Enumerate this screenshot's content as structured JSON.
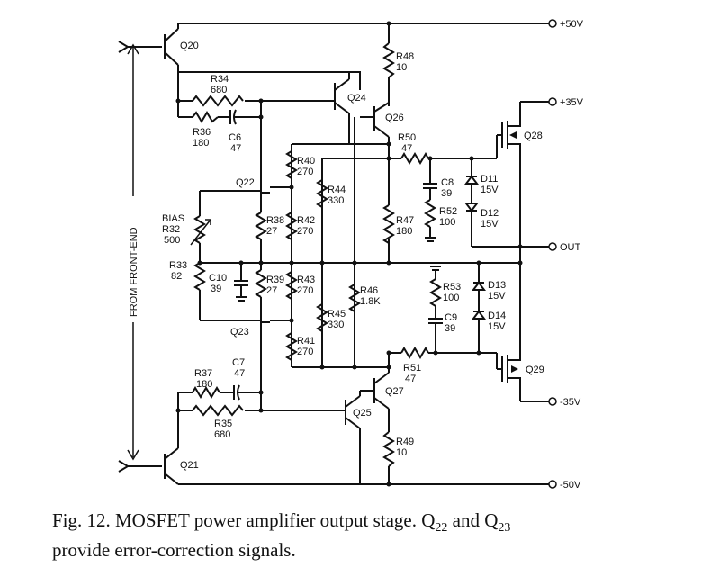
{
  "rails": {
    "pos50": "+50V",
    "pos35": "+35V",
    "out": "OUT",
    "neg35": "-35V",
    "neg50": "-50V"
  },
  "front_end_label": "FROM FRONT-END",
  "transistors": {
    "q20": "Q20",
    "q21": "Q21",
    "q22": "Q22",
    "q23": "Q23",
    "q24": "Q24",
    "q25": "Q25",
    "q26": "Q26",
    "q27": "Q27",
    "q28": "Q28",
    "q29": "Q29"
  },
  "components": {
    "r48": {
      "ref": "R48",
      "val": "10"
    },
    "r34": {
      "ref": "R34",
      "val": "680"
    },
    "r36": {
      "ref": "R36",
      "val": "180"
    },
    "c6": {
      "ref": "C6",
      "val": "47"
    },
    "r50": {
      "ref": "R50",
      "val": "47"
    },
    "r40": {
      "ref": "R40",
      "val": "270"
    },
    "r44": {
      "ref": "R44",
      "val": "330"
    },
    "c8": {
      "ref": "C8",
      "val": "39"
    },
    "r52": {
      "ref": "R52",
      "val": "100"
    },
    "d11": {
      "ref": "D11",
      "val": "15V"
    },
    "d12": {
      "ref": "D12",
      "val": "15V"
    },
    "bias_label": "BIAS",
    "r32": {
      "ref": "R32",
      "val": "500"
    },
    "r38": {
      "ref": "R38",
      "val": "27"
    },
    "r42": {
      "ref": "R42",
      "val": "270"
    },
    "r47": {
      "ref": "R47",
      "val": "180"
    },
    "r33": {
      "ref": "R33",
      "val": "82"
    },
    "c10": {
      "ref": "C10",
      "val": "39"
    },
    "r39": {
      "ref": "R39",
      "val": "27"
    },
    "r43": {
      "ref": "R43",
      "val": "270"
    },
    "r46": {
      "ref": "R46",
      "val": "1.8K"
    },
    "r53": {
      "ref": "R53",
      "val": "100"
    },
    "d13": {
      "ref": "D13",
      "val": "15V"
    },
    "c9": {
      "ref": "C9",
      "val": "39"
    },
    "d14": {
      "ref": "D14",
      "val": "15V"
    },
    "r45": {
      "ref": "R45",
      "val": "330"
    },
    "r41": {
      "ref": "R41",
      "val": "270"
    },
    "r51": {
      "ref": "R51",
      "val": "47"
    },
    "r37": {
      "ref": "R37",
      "val": "180"
    },
    "c7": {
      "ref": "C7",
      "val": "47"
    },
    "r35": {
      "ref": "R35",
      "val": "680"
    },
    "r49": {
      "ref": "R49",
      "val": "10"
    }
  },
  "caption": {
    "line1_a": "Fig. 12.  MOSFET power amplifier output stage. Q",
    "line1_sub1": "22",
    "line1_b": " and Q",
    "line1_sub2": "23",
    "line2": "provide error-correction signals."
  }
}
